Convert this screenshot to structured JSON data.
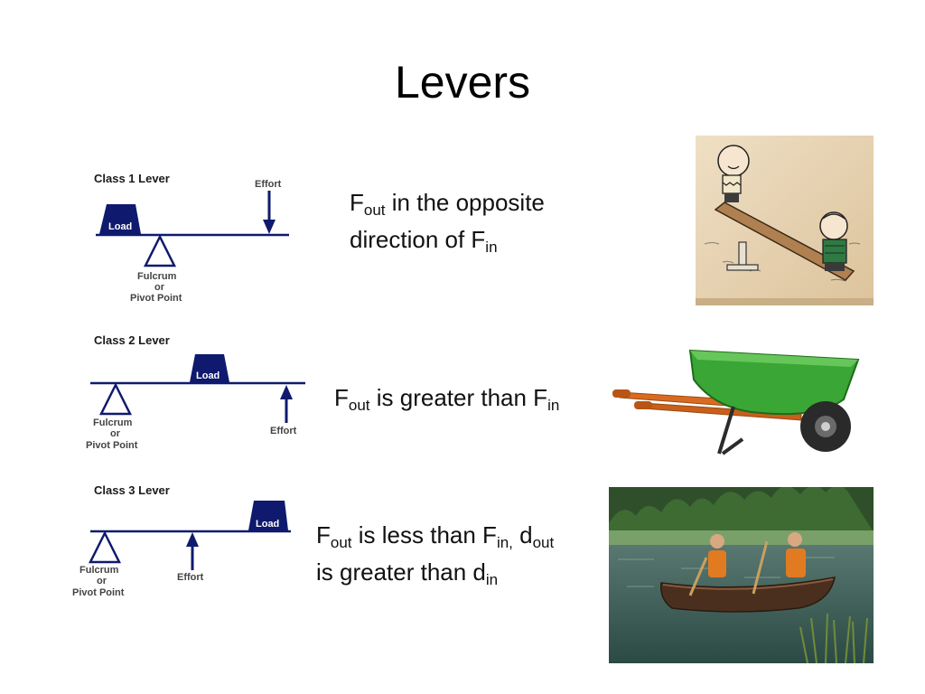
{
  "title": "Levers",
  "levers": [
    {
      "class_label": "Class 1 Lever",
      "load_label": "Load",
      "effort_label": "Effort",
      "fulcrum_label": [
        "Fulcrum",
        "or",
        "Pivot Point"
      ],
      "desc": {
        "l1_a": "F",
        "l1_a_sub": "out",
        "l1_b": " in the opposite",
        "l2_a": "direction of F",
        "l2_a_sub": "in"
      }
    },
    {
      "class_label": "Class 2 Lever",
      "load_label": "Load",
      "effort_label": "Effort",
      "fulcrum_label": [
        "Fulcrum",
        "or",
        "Pivot Point"
      ],
      "desc": {
        "l1_a": "F",
        "l1_a_sub": "out",
        "l1_b": " is greater than F",
        "l1_b_sub": "in"
      }
    },
    {
      "class_label": "Class 3 Lever",
      "load_label": "Load",
      "effort_label": "Effort",
      "fulcrum_label": [
        "Fulcrum",
        "or",
        "Pivot Point"
      ],
      "desc": {
        "l1_a": "F",
        "l1_a_sub": "out",
        "l1_b": " is less than F",
        "l1_b_sub": "in,",
        "l1_c": " d",
        "l1_c_sub": "out",
        "l2_a": "is greater than d",
        "l2_a_sub": "in"
      }
    }
  ],
  "photos": [
    {
      "subject": "seesaw-cartoon"
    },
    {
      "subject": "wheelbarrow"
    },
    {
      "subject": "canoe-paddlers"
    }
  ],
  "colors": {
    "navy": "#0f1a6e",
    "text": "#111111",
    "wheelbarrow_green": "#3aa635",
    "handle_orange": "#d96b21"
  }
}
